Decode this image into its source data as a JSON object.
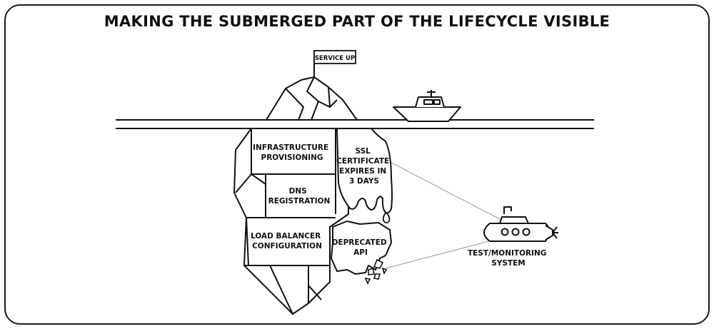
{
  "title": "MAKING THE SUBMERGED PART OF THE LIFECYCLE VISIBLE",
  "flag_label": "SERVICE UP",
  "blocks": {
    "infrastructure": [
      "INFRASTRUCTURE",
      "PROVISIONING"
    ],
    "dns": [
      "DNS",
      "REGISTRATION"
    ],
    "load_balancer": [
      "LOAD BALANCER",
      "CONFIGURATION"
    ],
    "ssl": [
      "SSL",
      "CERTIFICATE",
      "EXPIRES IN",
      "3 DAYS"
    ],
    "deprecated": [
      "DEPRECATED",
      "API"
    ]
  },
  "submarine_label": [
    "TEST/MONITORING",
    "SYSTEM"
  ],
  "colors": {
    "line": "#111111",
    "connector": "#9a9a9a",
    "background": "#ffffff"
  },
  "icons": [
    "flag-icon",
    "boat-icon",
    "submarine-icon"
  ]
}
